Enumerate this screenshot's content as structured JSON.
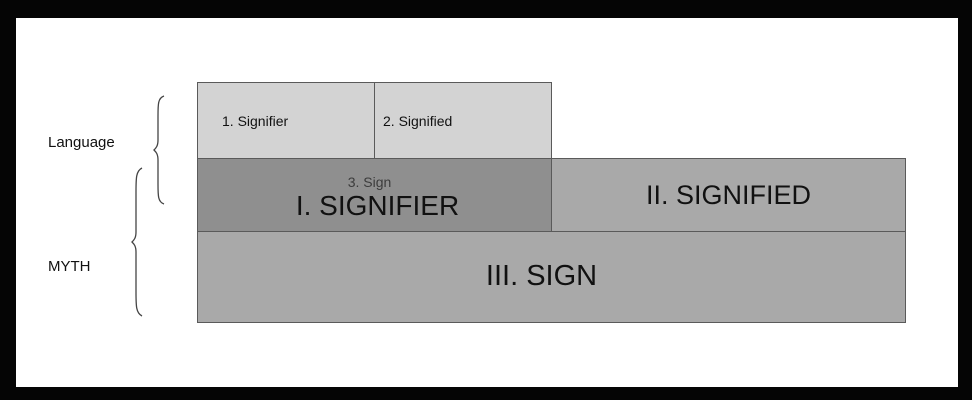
{
  "labels": {
    "language": "Language",
    "myth": "MYTH"
  },
  "boxes": {
    "signifier_1": "1. Signifier",
    "signified_2": "2. Signified",
    "sign_3": "3. Sign",
    "signifier_I": "I. SIGNIFIER",
    "signified_II": "II. SIGNIFIED",
    "sign_III": "III. SIGN"
  },
  "colors": {
    "light_box": "#d3d3d3",
    "mid_box": "#a9a9a9",
    "dark_box": "#8f8f8f",
    "border": "#5a5a5a",
    "outer_frame": "#050505"
  }
}
